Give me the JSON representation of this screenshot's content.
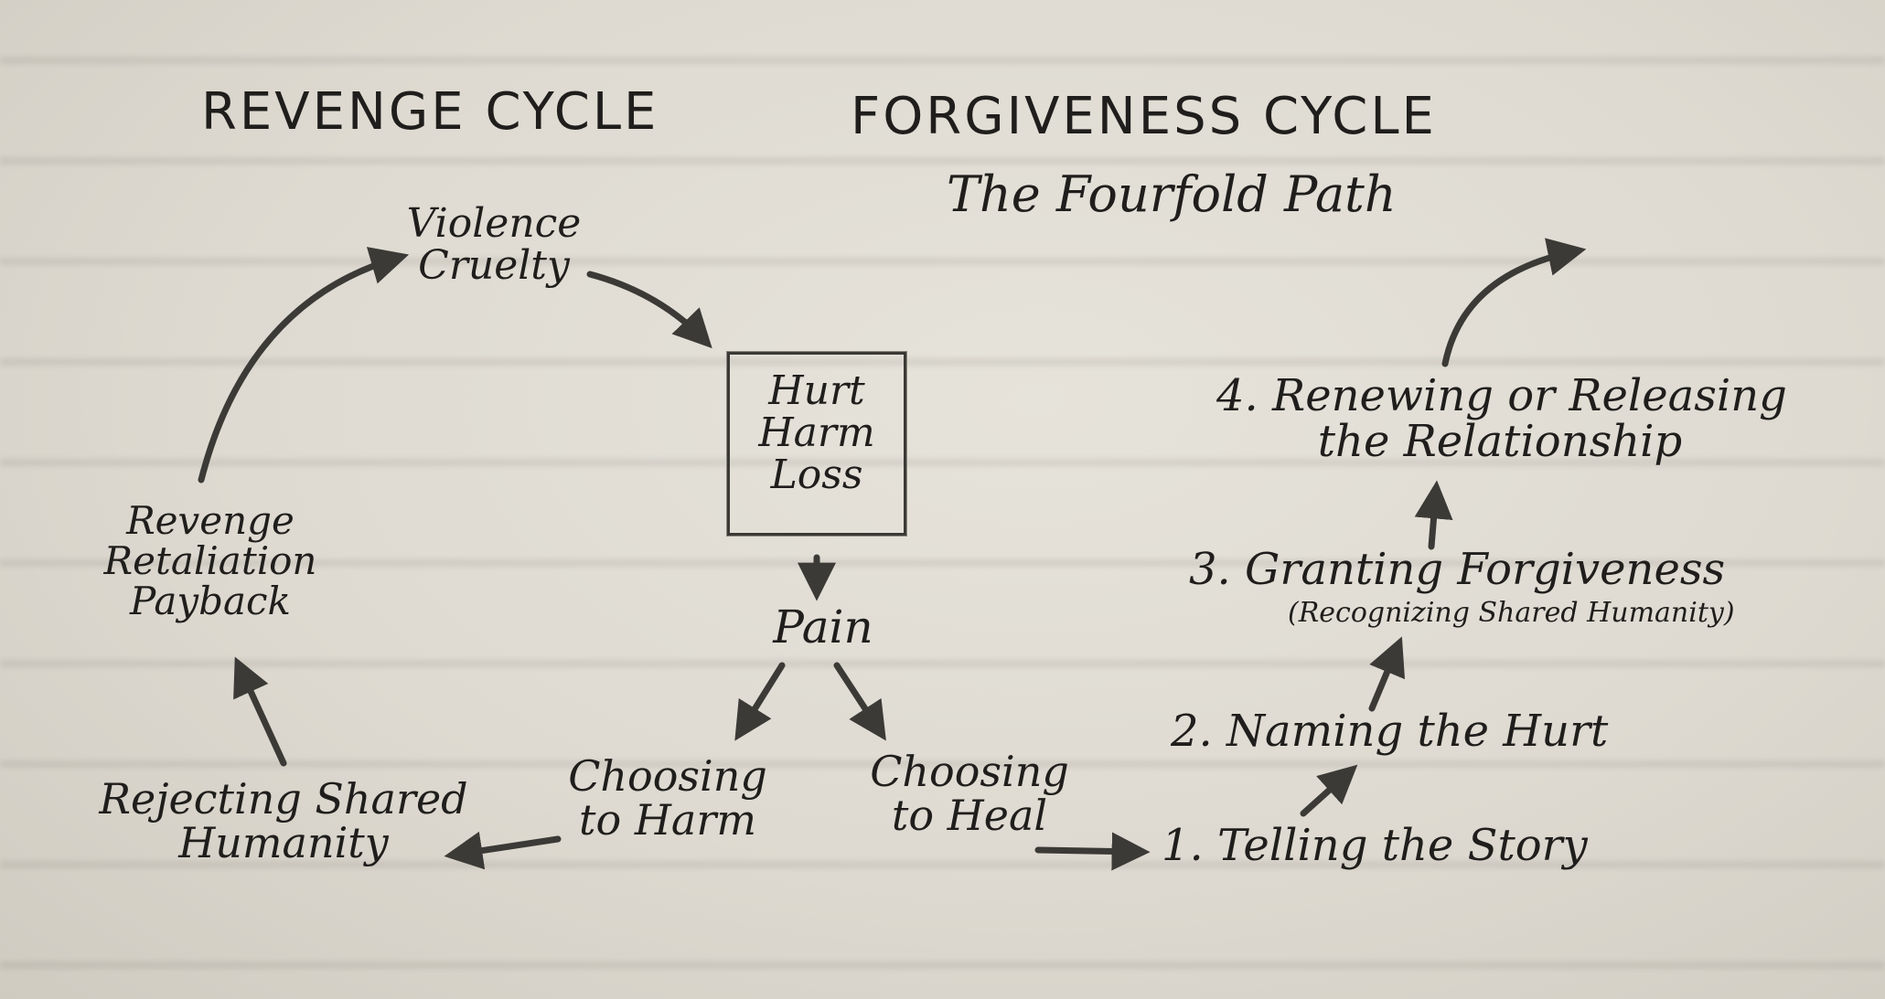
{
  "titles": {
    "revenge": "REVENGE CYCLE",
    "forgiveness": "FORGIVENESS CYCLE",
    "fourfold": "The Fourfold Path"
  },
  "revenge_cycle": {
    "top": [
      "Violence",
      "Cruelty"
    ],
    "center_box": [
      "Hurt",
      "Harm",
      "Loss"
    ],
    "pain": "Pain",
    "choosing_harm": [
      "Choosing",
      "to Harm"
    ],
    "choosing_heal": [
      "Choosing",
      "to Heal"
    ],
    "rejecting": [
      "Rejecting Shared",
      "Humanity"
    ],
    "revenge_node": [
      "Revenge",
      "Retaliation",
      "Payback"
    ]
  },
  "fourfold_path": {
    "step1": "1. Telling the Story",
    "step2": "2. Naming the Hurt",
    "step3": "3. Granting Forgiveness",
    "step3_sub": "(Recognizing Shared Humanity)",
    "step4": [
      "4. Renewing or Releasing",
      "the Relationship"
    ]
  }
}
